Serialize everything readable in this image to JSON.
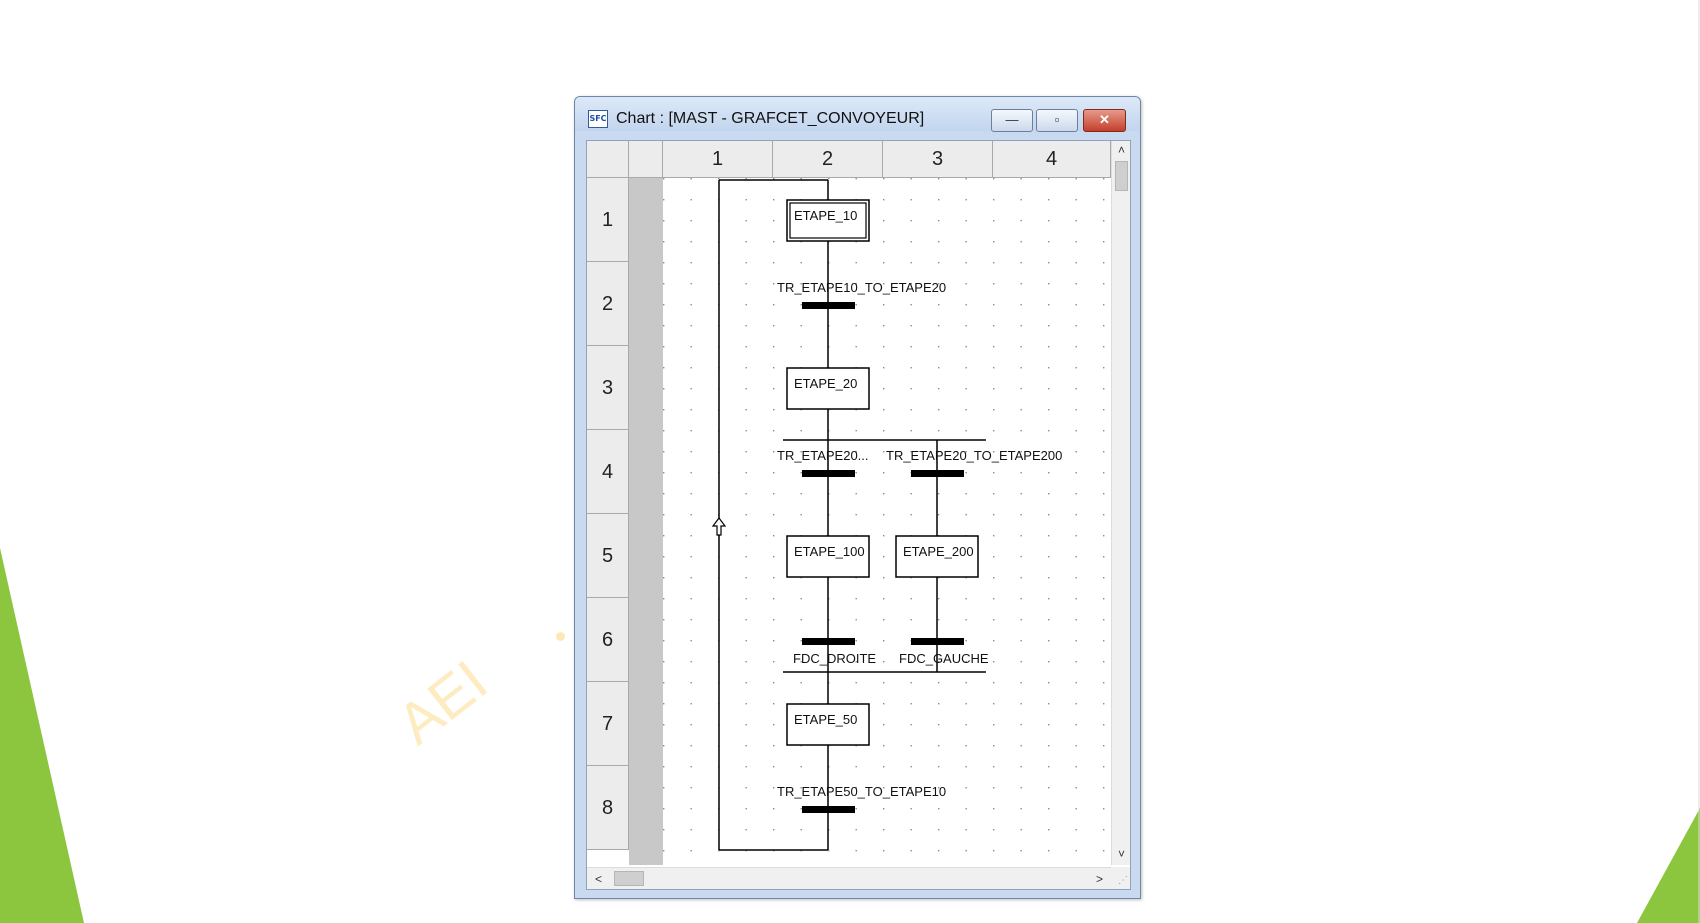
{
  "window": {
    "title": "Chart : [MAST - GRAFCET_CONVOYEUR]",
    "icon_text": "SFC",
    "buttons": {
      "minimize": "—",
      "maximize": "▫",
      "close": "✕"
    }
  },
  "grid": {
    "columns": [
      "1",
      "2",
      "3",
      "4"
    ],
    "rows": [
      "1",
      "2",
      "3",
      "4",
      "5",
      "6",
      "7",
      "8"
    ]
  },
  "steps": {
    "etape_10": "ETAPE_10",
    "etape_20": "ETAPE_20",
    "etape_100": "ETAPE_100",
    "etape_200": "ETAPE_200",
    "etape_50": "ETAPE_50"
  },
  "transitions": {
    "tr_10_20": "TR_ETAPE10_TO_ETAPE20",
    "tr_20_100": "TR_ETAPE20...",
    "tr_20_200": "TR_ETAPE20_TO_ETAPE200",
    "fdc_droite": "FDC_DROITE",
    "fdc_gauche": "FDC_GAUCHE",
    "tr_50_10": "TR_ETAPE50_TO_ETAPE10"
  },
  "scrollbars": {
    "up": "˄",
    "down": "˅",
    "left": "<",
    "right": ">",
    "grip": "⋰"
  },
  "watermark": "AEI",
  "colors": {
    "accent_green": "#8cc63f",
    "close_red": "#c3402b",
    "window_frame": "#c9daf0"
  }
}
